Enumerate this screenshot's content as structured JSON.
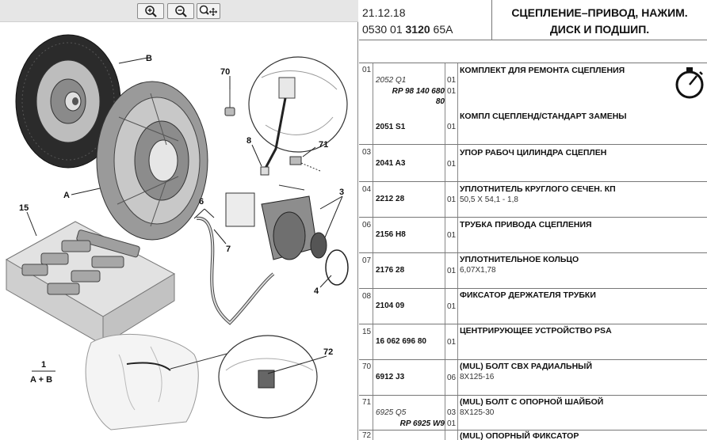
{
  "toolbar": {
    "zoom_in_icon": "magnifier-plus-icon",
    "zoom_out_icon": "magnifier-minus-icon",
    "pan_icon": "magnifier-move-icon"
  },
  "callouts": {
    "B": "B",
    "A": "A",
    "n70": "70",
    "n8": "8",
    "n71": "71",
    "n6": "6",
    "n7": "7",
    "n3": "3",
    "n4": "4",
    "n15": "15",
    "n72": "72",
    "n1": "1",
    "ab": "A + B"
  },
  "header": {
    "date": "21.12.18",
    "code_prefix": "0530 01 ",
    "code_bold": "3120",
    "code_suffix": " 65A",
    "title_line1": "СЦЕПЛЕНИЕ–ПРИВОД, НАЖИМ.",
    "title_line2": "ДИСК И ПОДШИП."
  },
  "rows": [
    {
      "idx": "01",
      "ref1": "2052 Q1",
      "qty1": "01",
      "ref2a": "RP 98 140 680",
      "qty2": "01",
      "ref2b": "80",
      "desc": "КОМПЛЕКТ ДЛЯ РЕМОНТА СЦЕПЛЕНИЯ",
      "ref3": "2051 S1",
      "qty3": "01",
      "desc3": "КОМПЛ СЦЕПЛЕНД/СТАНДАРТ ЗАМЕНЫ"
    },
    {
      "idx": "03",
      "ref": "2041 A3",
      "qty": "01",
      "desc": "УПОР РАБОЧ ЦИЛИНДРА СЦЕПЛЕН",
      "sub": ""
    },
    {
      "idx": "04",
      "ref": "2212 28",
      "qty": "01",
      "desc": "УПЛОТНИТЕЛЬ КРУГЛОГО СЕЧЕН. КП",
      "sub": "50,5 X 54,1 - 1,8"
    },
    {
      "idx": "06",
      "ref": "2156 H8",
      "qty": "01",
      "desc": "ТРУБКА ПРИВОДА СЦЕПЛЕНИЯ",
      "sub": ""
    },
    {
      "idx": "07",
      "ref": "2176 28",
      "qty": "01",
      "desc": "УПЛОТНИТЕЛЬНОЕ КОЛЬЦО",
      "sub": "6,07X1,78"
    },
    {
      "idx": "08",
      "ref": "2104 09",
      "qty": "01",
      "desc": "ФИКСАТОР ДЕРЖАТЕЛЯ ТРУБКИ",
      "sub": ""
    },
    {
      "idx": "15",
      "ref": "16 062 696 80",
      "qty": "01",
      "desc": "ЦЕНТРИРУЮЩЕЕ УСТРОЙСТВО PSA",
      "sub": ""
    },
    {
      "idx": "70",
      "ref": "6912 J3",
      "qty": "06",
      "desc": "(MUL) БОЛТ CBX РАДИАЛЬНЫЙ",
      "sub": "8X125-16"
    },
    {
      "idx": "71",
      "ref1": "6925 Q5",
      "qty1": "03",
      "ref2": "RP 6925 W9",
      "qty2": "01",
      "desc": "(MUL) БОЛТ С ОПОРНОЙ ШАЙБОЙ",
      "sub": "8X125-30"
    },
    {
      "idx": "72",
      "ref": "",
      "qty": "",
      "desc": "(MUL) ОПОРНЫЙ ФИКСАТОР",
      "sub": ""
    }
  ],
  "icons": {
    "timer": "stopwatch-icon"
  }
}
